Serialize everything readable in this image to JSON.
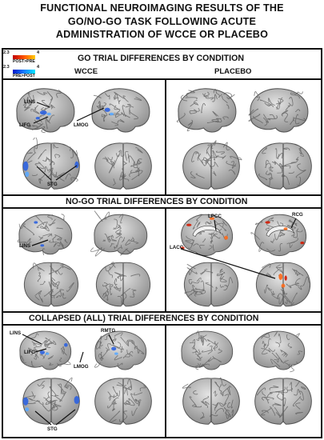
{
  "title": {
    "line1": "FUNCTIONAL NEUROIMAGING RESULTS OF THE",
    "line2": "GO/NO-GO TASK FOLLOWING ACUTE",
    "line3": "ADMINISTRATION OF WCCE OR PLACEBO"
  },
  "legend": {
    "post": {
      "min": "2.3",
      "max": "4",
      "label": "POST>PRE",
      "colors": [
        "#c00000",
        "#ff5500",
        "#ffcc00"
      ]
    },
    "pre": {
      "min": "2.3",
      "max": "4",
      "label": "PRE>POST",
      "colors": [
        "#0018c8",
        "#1a7cff",
        "#00e5ff"
      ]
    }
  },
  "sections": {
    "go": {
      "title": "GO TRIAL DIFFERENCES BY CONDITION"
    },
    "nogo": {
      "title": "NO-GO TRIAL DIFFERENCES BY CONDITION"
    },
    "collapsed": {
      "title": "COLLAPSED (ALL) TRIAL DIFFERENCES BY CONDITION"
    }
  },
  "conditions": {
    "wcce": "WCCE",
    "placebo": "PLACEBO"
  },
  "labels": {
    "go": [
      "LINS",
      "LIFG",
      "LMOG",
      "STG"
    ],
    "nogo": [
      "LINS",
      "LPCC",
      "RCG",
      "LACC"
    ],
    "collapsed": [
      "LINS",
      "LIFG",
      "RMTG",
      "LMOG",
      "STG"
    ]
  }
}
